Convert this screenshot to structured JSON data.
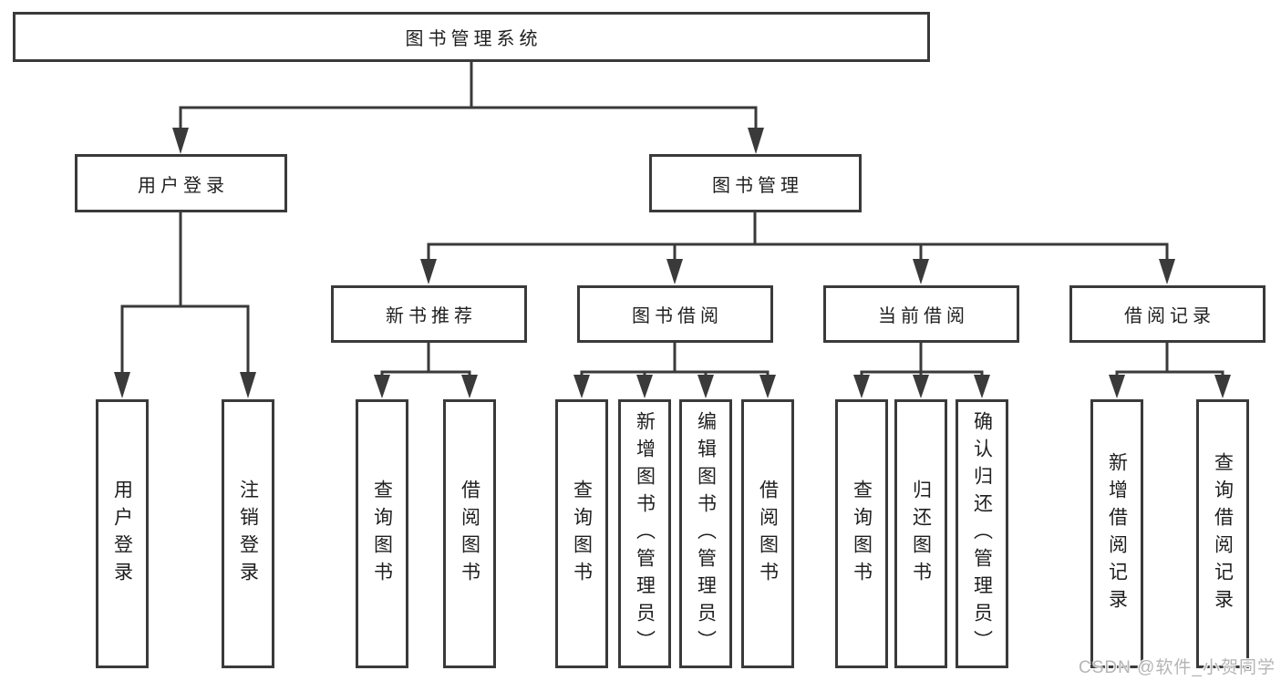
{
  "root": {
    "label": "图书管理系统",
    "children": [
      {
        "label": "用户登录",
        "children": [
          {
            "label": "用户登录"
          },
          {
            "label": "注销登录"
          }
        ]
      },
      {
        "label": "图书管理",
        "children": [
          {
            "label": "新书推荐",
            "children": [
              {
                "label": "查询图书"
              },
              {
                "label": "借阅图书"
              }
            ]
          },
          {
            "label": "图书借阅",
            "children": [
              {
                "label": "查询图书"
              },
              {
                "label": "新增图书（管理员）"
              },
              {
                "label": "编辑图书（管理员）"
              },
              {
                "label": "借阅图书"
              }
            ]
          },
          {
            "label": "当前借阅",
            "children": [
              {
                "label": "查询图书"
              },
              {
                "label": "归还图书"
              },
              {
                "label": "确认归还（管理员）"
              }
            ]
          },
          {
            "label": "借阅记录",
            "children": [
              {
                "label": "新增借阅记录"
              },
              {
                "label": "查询借阅记录"
              }
            ]
          }
        ]
      }
    ]
  },
  "watermark": {
    "text": "CSDN @软件_小贺同学"
  },
  "colors": {
    "line": "#3a3a3a",
    "box_border": "#3a3a3a",
    "text": "#1f1f1f",
    "watermark": "#b5b5b5",
    "background": "#ffffff"
  }
}
